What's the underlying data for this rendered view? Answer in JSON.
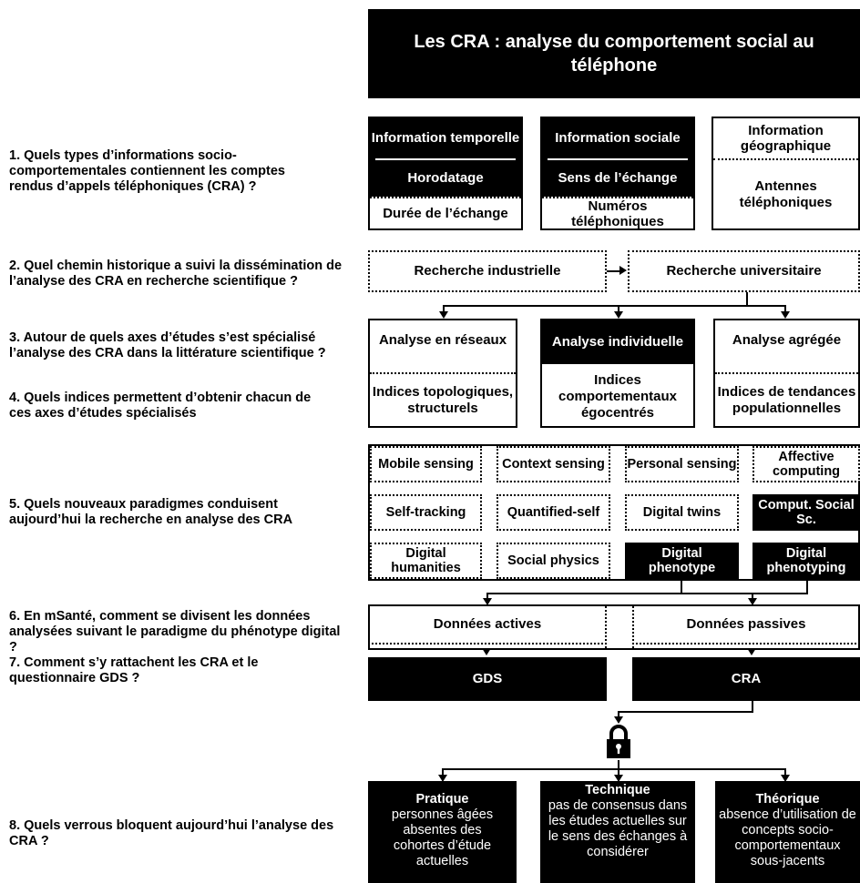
{
  "title": "Les CRA : analyse du comportement social au téléphone",
  "questions": {
    "q1": "1. Quels types d’informations socio-comportementales contiennent les comptes rendus d’appels téléphoniques (CRA) ?",
    "q2": "2. Quel chemin historique a suivi la dissémination de l’analyse des CRA en recherche scientifique ?",
    "q3": "3. Autour de quels axes d’études s’est spécialisé l’analyse des CRA dans la littérature scientifique ?",
    "q4": "4. Quels indices permettent d’obtenir chacun de ces axes d’études spécialisés",
    "q5": "5. Quels nouveaux paradigmes conduisent aujourd’hui la recherche en analyse des CRA",
    "q6": "6. En mSanté, comment se divisent les données analysées suivant le paradigme du phénotype digital ?",
    "q7": "7. Comment s’y rattachent les CRA et le questionnaire GDS ?",
    "q8": "8. Quels verrous bloquent aujourd’hui l’analyse des CRA ?"
  },
  "information": {
    "temporelle": {
      "header": "Information temporelle",
      "item1": "Horodatage",
      "item2": "Durée de l’échange"
    },
    "sociale": {
      "header": "Information sociale",
      "item1": "Sens de l’échange",
      "item2": "Numéros téléphoniques"
    },
    "geographique": {
      "header": "Information géographique",
      "item1": "Antennes téléphoniques"
    }
  },
  "history": {
    "industrielle": "Recherche industrielle",
    "universitaire": "Recherche universitaire"
  },
  "axes": {
    "reseaux": {
      "label": "Analyse en réseaux",
      "indices": "Indices topologiques, structurels"
    },
    "individuelle": {
      "label": "Analyse individuelle",
      "indices": "Indices comportementaux égocentrés"
    },
    "agregee": {
      "label": "Analyse agrégée",
      "indices": "Indices de tendances populationnelles"
    }
  },
  "paradigms": [
    [
      "Mobile sensing",
      "Context sensing",
      "Personal sensing",
      "Affective computing"
    ],
    [
      "Self-tracking",
      "Quantified-self",
      "Digital twins",
      "Comput. Social Sc."
    ],
    [
      "Digital humanities",
      "Social physics",
      "Digital phenotype",
      "Digital phenotyping"
    ]
  ],
  "data_split": {
    "actives": "Données actives",
    "passives": "Données passives",
    "gds": "GDS",
    "cra": "CRA"
  },
  "verrous": {
    "pratique": {
      "title": "Pratique",
      "desc": "personnes âgées absentes des cohortes d’étude actuelles"
    },
    "technique": {
      "title": "Technique",
      "desc": "pas de consensus dans les études actuelles sur le sens des échanges à considérer"
    },
    "theorique": {
      "title": "Théorique",
      "desc": "absence d’utilisation de concepts socio-comportementaux sous-jacents"
    }
  },
  "icons": {
    "lock": "padlock-icon"
  }
}
